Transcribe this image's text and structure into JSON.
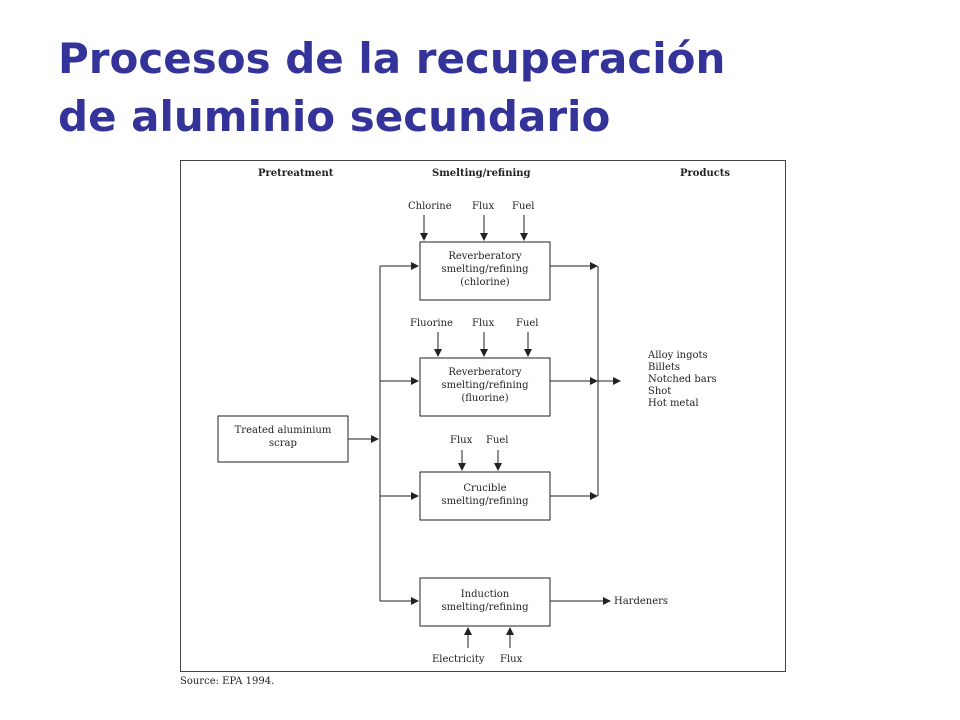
{
  "title": {
    "line1": "Procesos de la recuperación",
    "line2": "de aluminio secundario"
  },
  "diagram": {
    "headers": {
      "pretreatment": "Pretreatment",
      "smelting": "Smelting/refining",
      "products": "Products"
    },
    "input": {
      "line1": "Treated aluminium",
      "line2": "scrap"
    },
    "processes": [
      {
        "lines": [
          "Reverberatory",
          "smelting/refining",
          "(chlorine)"
        ],
        "inputs": [
          "Chlorine",
          "Flux",
          "Fuel"
        ]
      },
      {
        "lines": [
          "Reverberatory",
          "smelting/refining",
          "(fluorine)"
        ],
        "inputs": [
          "Fluorine",
          "Flux",
          "Fuel"
        ]
      },
      {
        "lines": [
          "Crucible",
          "smelting/refining"
        ],
        "inputs": [
          "Flux",
          "Fuel"
        ]
      },
      {
        "lines": [
          "Induction",
          "smelting/refining"
        ],
        "inputs": [
          "Electricity",
          "Flux"
        ]
      }
    ],
    "products": [
      "Alloy ingots",
      "Billets",
      "Notched bars",
      "Shot",
      "Hot metal"
    ],
    "hardeners": "Hardeners"
  },
  "source": "Source: EPA 1994."
}
